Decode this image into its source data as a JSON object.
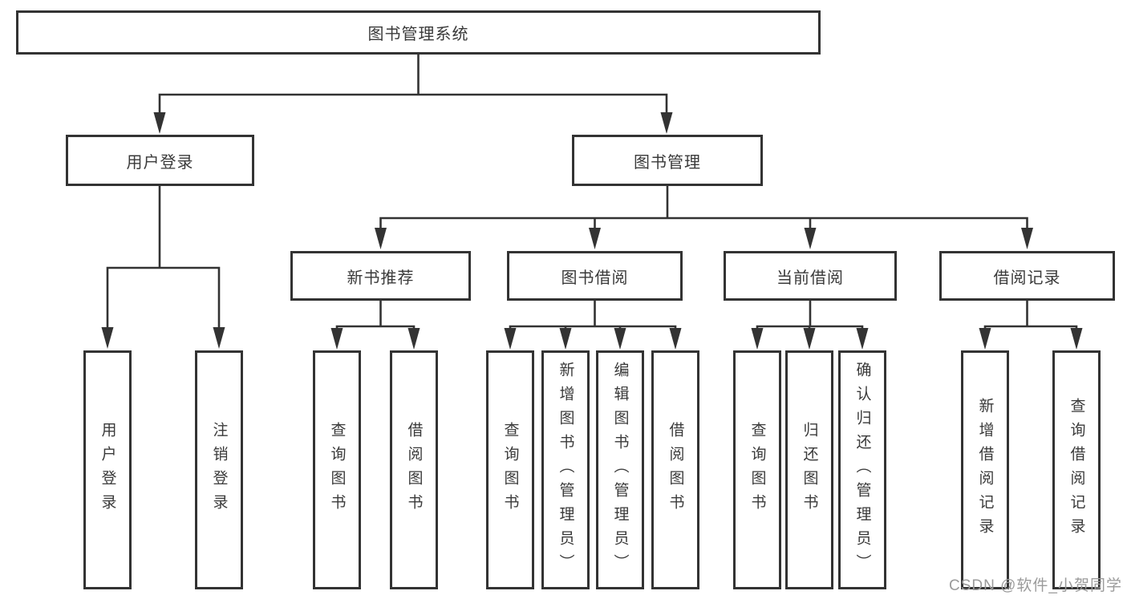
{
  "nodes": {
    "root": "图书管理系统",
    "user_login": "用户登录",
    "book_mgmt": "图书管理",
    "new_books": "新书推荐",
    "borrowing": "图书借阅",
    "current": "当前借阅",
    "records": "借阅记录"
  },
  "leaves": [
    "用户登录",
    "注销登录",
    "查询图书",
    "借阅图书",
    "查询图书",
    "新增图书（管理员）",
    "编辑图书（管理员）",
    "借阅图书",
    "查询图书",
    "归还图书",
    "确认归还（管理员）",
    "新增借阅记录",
    "查询借阅记录"
  ],
  "watermark": "CSDN @软件_小贺同学",
  "colors": {
    "line": "#333333",
    "box_border": "#333333",
    "text": "#3a3a3a",
    "watermark_text": "#9b9b9b",
    "background": "#ffffff"
  }
}
